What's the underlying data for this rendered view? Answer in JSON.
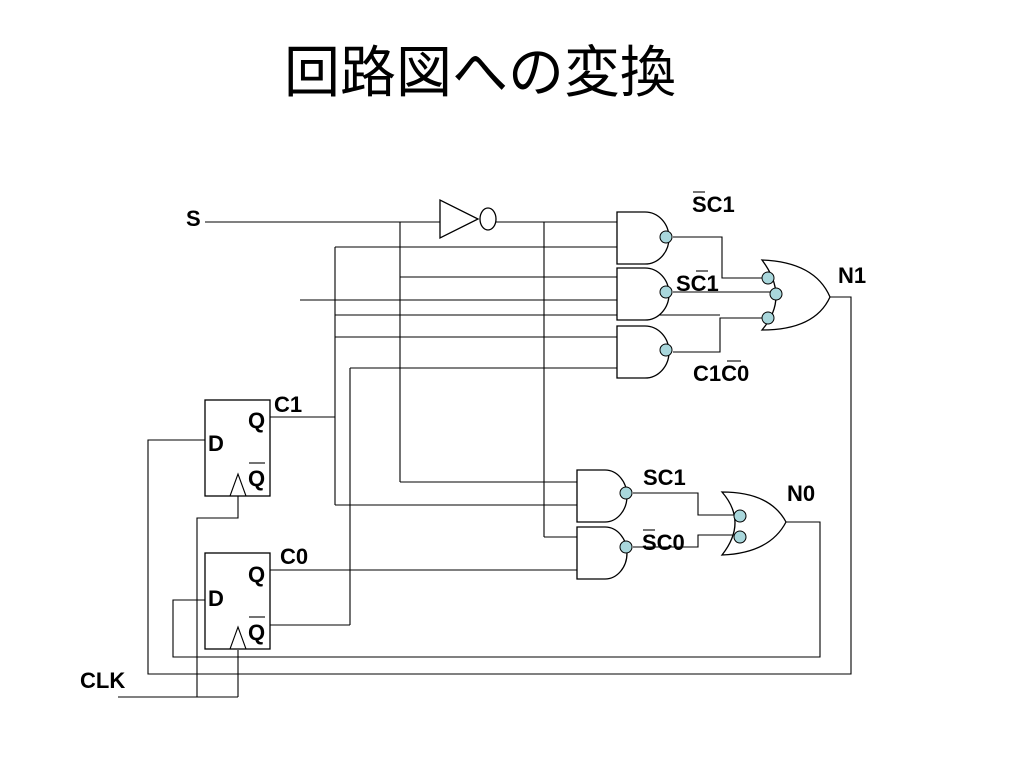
{
  "title": "回路図への変換",
  "labels": {
    "input_s": "S",
    "input_clk": "CLK",
    "ff1_d": "D",
    "ff1_q": "Q",
    "ff1_qbar": "Q",
    "ff1_out": "C1",
    "ff0_d": "D",
    "ff0_q": "Q",
    "ff0_qbar": "Q",
    "ff0_out": "C0",
    "term_sbar_c1": "SC1",
    "term_s_c1bar": "SC1",
    "term_c1_c0bar": "C1C0",
    "term_s_c1": "SC1",
    "term_sbar_c0": "SC0",
    "out_n1": "N1",
    "out_n0": "N0"
  }
}
